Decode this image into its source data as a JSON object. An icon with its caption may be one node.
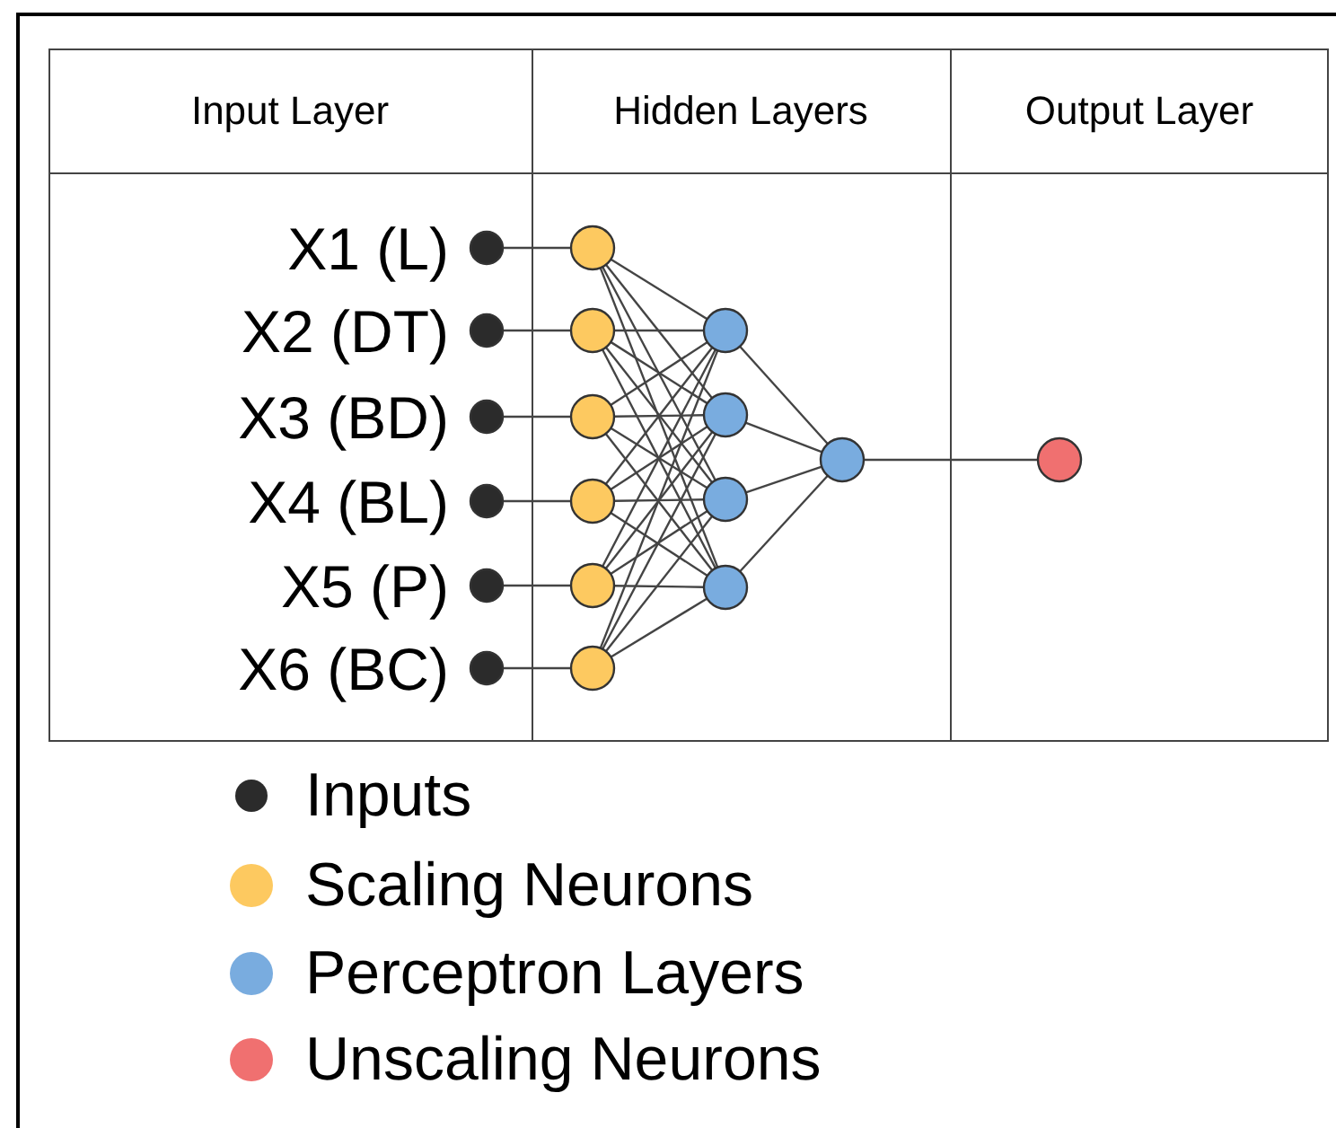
{
  "diagram": {
    "nodes": [
      {
        "text": [],
        "shape": "circle",
        "beside": [
          "X1 (L)"
        ]
      },
      {
        "text": [],
        "shape": "circle",
        "beside": [
          "X2 (DT)"
        ]
      },
      {
        "text": [],
        "shape": "circle",
        "beside": [
          "X3 (BD)"
        ]
      },
      {
        "text": [],
        "shape": "circle",
        "beside": [
          "X4 (BL)"
        ]
      },
      {
        "text": [],
        "shape": "circle",
        "beside": [
          "X5 (P)"
        ]
      },
      {
        "text": [],
        "shape": "circle",
        "beside": [
          "X6 (BC)"
        ]
      },
      {
        "text": [],
        "shape": "circle"
      },
      {
        "text": [],
        "shape": "circle"
      },
      {
        "text": [],
        "shape": "circle"
      },
      {
        "text": [],
        "shape": "circle"
      },
      {
        "text": [],
        "shape": "circle"
      },
      {
        "text": [],
        "shape": "circle"
      },
      {
        "text": [],
        "shape": "circle"
      },
      {
        "text": [],
        "shape": "circle"
      },
      {
        "text": [],
        "shape": "circle"
      },
      {
        "text": [],
        "shape": "circle"
      },
      {
        "text": [],
        "shape": "circle"
      },
      {
        "text": [],
        "shape": "circle"
      }
    ],
    "edges": [
      {
        "from": 0,
        "to": 6,
        "arrow": "none"
      },
      {
        "from": 1,
        "to": 7,
        "arrow": "none"
      },
      {
        "from": 2,
        "to": 8,
        "arrow": "none"
      },
      {
        "from": 3,
        "to": 9,
        "arrow": "none"
      },
      {
        "from": 4,
        "to": 10,
        "arrow": "none"
      },
      {
        "from": 5,
        "to": 11,
        "arrow": "none"
      },
      {
        "from": 6,
        "to": 12,
        "arrow": "none"
      },
      {
        "from": 6,
        "to": 13,
        "arrow": "none"
      },
      {
        "from": 6,
        "to": 14,
        "arrow": "none"
      },
      {
        "from": 6,
        "to": 15,
        "arrow": "none"
      },
      {
        "from": 7,
        "to": 12,
        "arrow": "none"
      },
      {
        "from": 7,
        "to": 13,
        "arrow": "none"
      },
      {
        "from": 7,
        "to": 14,
        "arrow": "none"
      },
      {
        "from": 7,
        "to": 15,
        "arrow": "none"
      },
      {
        "from": 8,
        "to": 12,
        "arrow": "none"
      },
      {
        "from": 8,
        "to": 13,
        "arrow": "none"
      },
      {
        "from": 8,
        "to": 14,
        "arrow": "none"
      },
      {
        "from": 8,
        "to": 15,
        "arrow": "none"
      },
      {
        "from": 9,
        "to": 12,
        "arrow": "none"
      },
      {
        "from": 9,
        "to": 13,
        "arrow": "none"
      },
      {
        "from": 9,
        "to": 14,
        "arrow": "none"
      },
      {
        "from": 9,
        "to": 15,
        "arrow": "none"
      },
      {
        "from": 10,
        "to": 12,
        "arrow": "none"
      },
      {
        "from": 10,
        "to": 13,
        "arrow": "none"
      },
      {
        "from": 10,
        "to": 14,
        "arrow": "none"
      },
      {
        "from": 10,
        "to": 15,
        "arrow": "none"
      },
      {
        "from": 11,
        "to": 12,
        "arrow": "none"
      },
      {
        "from": 11,
        "to": 13,
        "arrow": "none"
      },
      {
        "from": 11,
        "to": 14,
        "arrow": "none"
      },
      {
        "from": 11,
        "to": 15,
        "arrow": "none"
      },
      {
        "from": 12,
        "to": 16,
        "arrow": "none"
      },
      {
        "from": 13,
        "to": 16,
        "arrow": "none"
      },
      {
        "from": 14,
        "to": 16,
        "arrow": "none"
      },
      {
        "from": 15,
        "to": 16,
        "arrow": "none"
      },
      {
        "from": 16,
        "to": 17,
        "arrow": "none"
      }
    ],
    "labels": [
      "Input Layer",
      "Hidden Layers",
      "Output Layer"
    ],
    "legend": [
      {
        "text": "Inputs",
        "color": "#2b2b2b"
      },
      {
        "text": "Scaling Neurons",
        "color": "#fdc960"
      },
      {
        "text": "Perceptron Layers",
        "color": "#79acdf"
      },
      {
        "text": "Unscaling Neurons",
        "color": "#f07070"
      }
    ]
  }
}
